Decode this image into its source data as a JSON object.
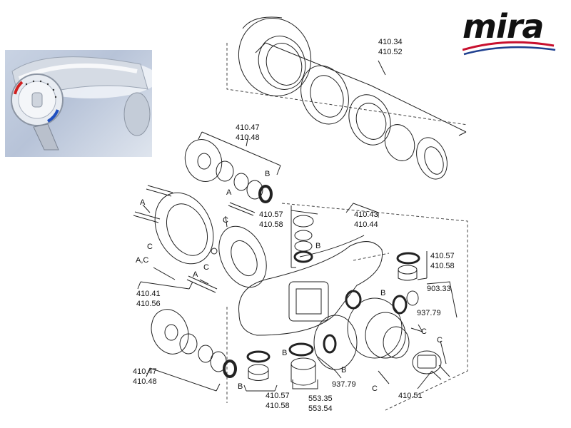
{
  "brand": {
    "name": "mira",
    "swoosh_colors": [
      "#c8102e",
      "#1e3f8f"
    ]
  },
  "labels": {
    "top_cover": [
      "410.34",
      "410.52"
    ],
    "upper_plate": [
      "410.47",
      "410.48"
    ],
    "ring_upper": [
      "410.57",
      "410.58"
    ],
    "body": [
      "410.43",
      "410.44"
    ],
    "ring_right": [
      "410.57",
      "410.58"
    ],
    "cartridge": "903.33",
    "filter_right": "937.79",
    "backplate": [
      "410.41",
      "410.56"
    ],
    "lower_plate": [
      "410.47",
      "410.48"
    ],
    "ring_lower": [
      "410.57",
      "410.58"
    ],
    "nut_lower": [
      "553.35",
      "553.54"
    ],
    "filter_lower": "937.79",
    "knob": "410.51"
  },
  "callouts": {
    "a": "A",
    "ac": "A,C",
    "b": "B",
    "c": "C"
  },
  "colors": {
    "line": "#222222",
    "dash": "#444444"
  }
}
